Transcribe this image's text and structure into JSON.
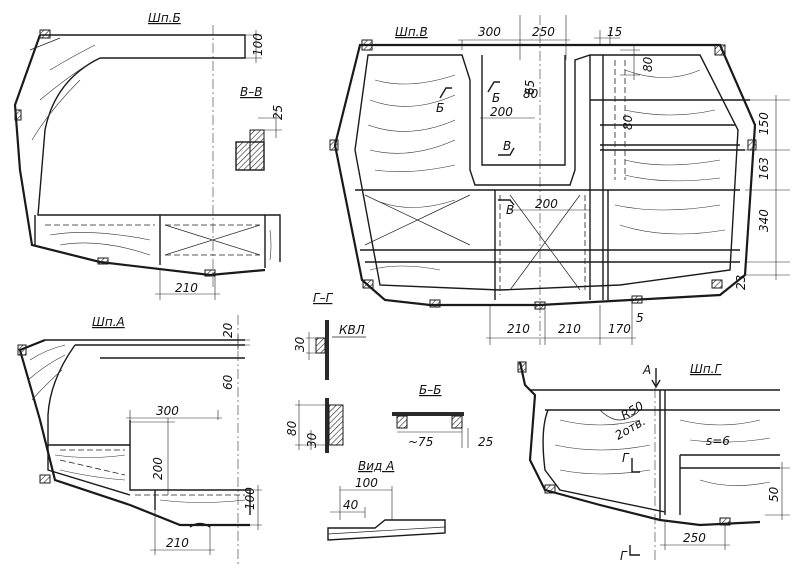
{
  "views": {
    "shp_b": {
      "title": "Шп.Б",
      "dim_100": "100",
      "dim_210": "210"
    },
    "section_vv": {
      "title": "В–В",
      "dim_25": "25"
    },
    "shp_v": {
      "title": "Шп.В",
      "dim_300": "300",
      "dim_250": "250",
      "dim_15": "15",
      "dim_80_top": "80",
      "dim_65": "65",
      "dim_80_mid": "80",
      "dim_200_upper": "200",
      "dim_80_inner": "80",
      "dim_150": "150",
      "dim_163": "163",
      "dim_200_lower": "200",
      "dim_340": "340",
      "dim_23": "23",
      "dim_5": "5",
      "dim_210_a": "210",
      "dim_210_b": "210",
      "dim_170": "170",
      "mark_b1": "Б",
      "mark_b2": "Б",
      "mark_v1": "В",
      "mark_v2": "В"
    },
    "shp_a": {
      "title": "Шп.А",
      "dim_20": "20",
      "dim_60": "60",
      "dim_300": "300",
      "dim_200": "200",
      "dim_100": "100",
      "dim_210": "210"
    },
    "section_gg": {
      "title": "Г–Г",
      "dim_30_top": "30",
      "waterline_label": "КВЛ",
      "dim_80": "80",
      "dim_30_bottom": "30"
    },
    "section_bb": {
      "title": "Б–Б",
      "dim_75": "~75",
      "dim_25": "25"
    },
    "view_a": {
      "title": "Вид А",
      "dim_100": "100",
      "dim_40": "40"
    },
    "shp_g": {
      "title": "Шп.Г",
      "arrow_label": "А",
      "radius_note": "R50",
      "holes_note": "2отв.",
      "thickness_note": "s=6",
      "cut_mark_top": "Г",
      "cut_mark_bottom": "Г",
      "dim_50": "50",
      "dim_250": "250"
    }
  }
}
